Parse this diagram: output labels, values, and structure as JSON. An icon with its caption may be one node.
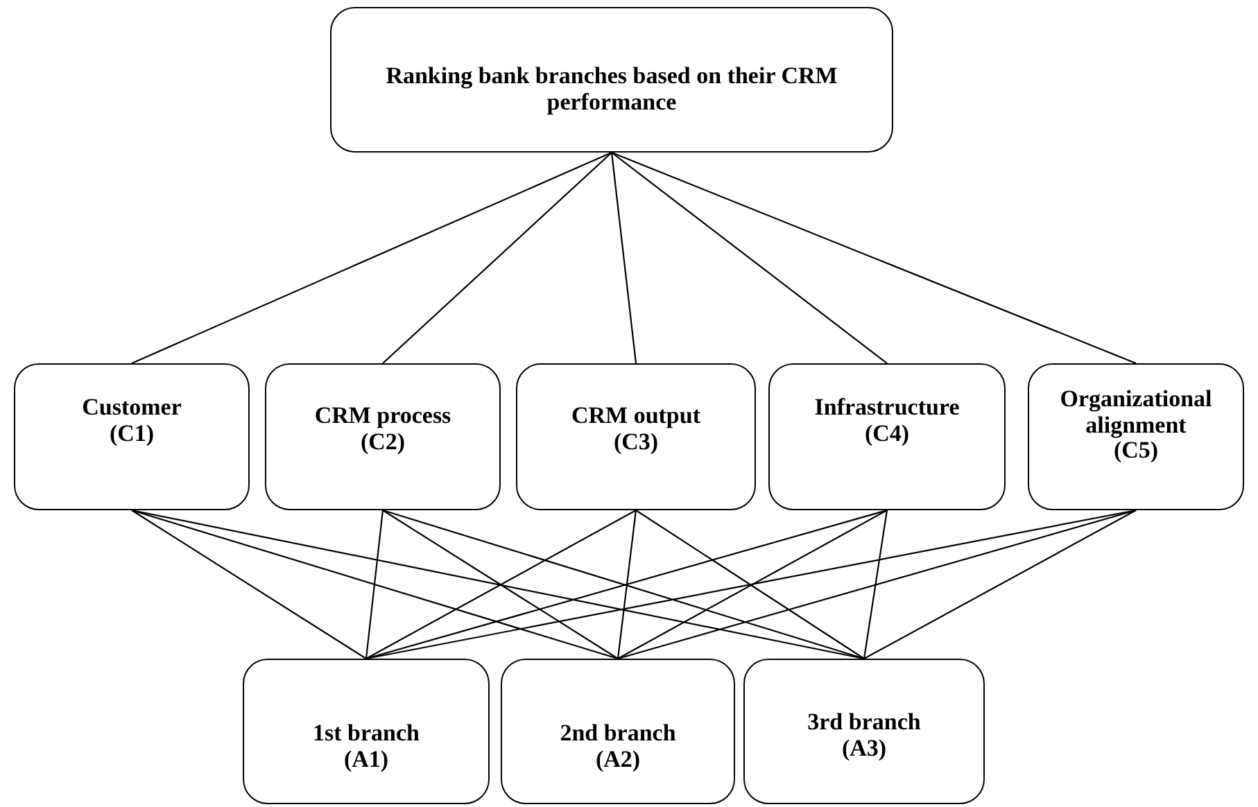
{
  "diagram": {
    "nodes": [
      {
        "text": [
          "Ranking bank branches based on their CRM performance"
        ]
      },
      {
        "text": [
          "Customer",
          "(C1)"
        ]
      },
      {
        "text": [
          "CRM process",
          "(C2)"
        ]
      },
      {
        "text": [
          "CRM output",
          "(C3)"
        ]
      },
      {
        "text": [
          "Infrastructure",
          "(C4)"
        ]
      },
      {
        "text": [
          "Organizational alignment",
          "(C5)"
        ]
      },
      {
        "text": [
          "1st branch",
          "(A1)"
        ]
      },
      {
        "text": [
          "2nd branch",
          "(A2)"
        ]
      },
      {
        "text": [
          "3rd branch",
          "(A3)"
        ]
      }
    ],
    "edges": [
      {
        "from": 0,
        "to": 1,
        "arrow": "none"
      },
      {
        "from": 0,
        "to": 2,
        "arrow": "none"
      },
      {
        "from": 0,
        "to": 3,
        "arrow": "none"
      },
      {
        "from": 0,
        "to": 4,
        "arrow": "none"
      },
      {
        "from": 0,
        "to": 5,
        "arrow": "none"
      },
      {
        "from": 1,
        "to": 6,
        "arrow": "none"
      },
      {
        "from": 1,
        "to": 7,
        "arrow": "none"
      },
      {
        "from": 1,
        "to": 8,
        "arrow": "none"
      },
      {
        "from": 2,
        "to": 6,
        "arrow": "none"
      },
      {
        "from": 2,
        "to": 7,
        "arrow": "none"
      },
      {
        "from": 2,
        "to": 8,
        "arrow": "none"
      },
      {
        "from": 3,
        "to": 6,
        "arrow": "none"
      },
      {
        "from": 3,
        "to": 7,
        "arrow": "none"
      },
      {
        "from": 3,
        "to": 8,
        "arrow": "none"
      },
      {
        "from": 4,
        "to": 6,
        "arrow": "none"
      },
      {
        "from": 4,
        "to": 7,
        "arrow": "none"
      },
      {
        "from": 4,
        "to": 8,
        "arrow": "none"
      },
      {
        "from": 5,
        "to": 6,
        "arrow": "none"
      },
      {
        "from": 5,
        "to": 7,
        "arrow": "none"
      },
      {
        "from": 5,
        "to": 8,
        "arrow": "none"
      }
    ]
  }
}
